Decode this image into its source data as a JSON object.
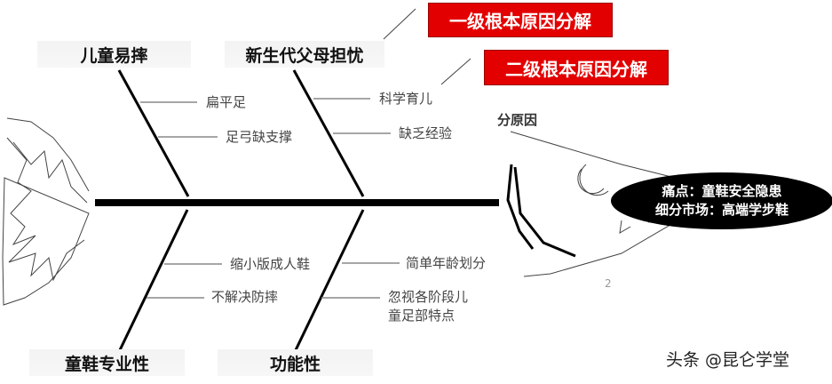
{
  "legend": {
    "level1": "一级根本原因分解",
    "level2": "二级根本原因分解"
  },
  "categories": [
    {
      "label": "儿童易摔",
      "causes": [
        "扁平足",
        "足弓缺支撑"
      ]
    },
    {
      "label": "新生代父母担忧",
      "causes": [
        "科学育儿",
        "缺乏经验"
      ]
    },
    {
      "label": "童鞋专业性",
      "causes": [
        "缩小版成人鞋",
        "不解决防摔"
      ]
    },
    {
      "label": "功能性",
      "causes": [
        "简单年龄划分",
        "忽视各阶段儿",
        "童足部特点"
      ]
    }
  ],
  "head": {
    "sub_cause_label": "分原因",
    "line1": "痛点：童鞋安全隐患",
    "line2": "细分市场：高端学步鞋"
  },
  "page_number": "2",
  "watermark": "头条 @昆仑学堂",
  "colors": {
    "red": "#e30000",
    "spine": "#000000"
  }
}
